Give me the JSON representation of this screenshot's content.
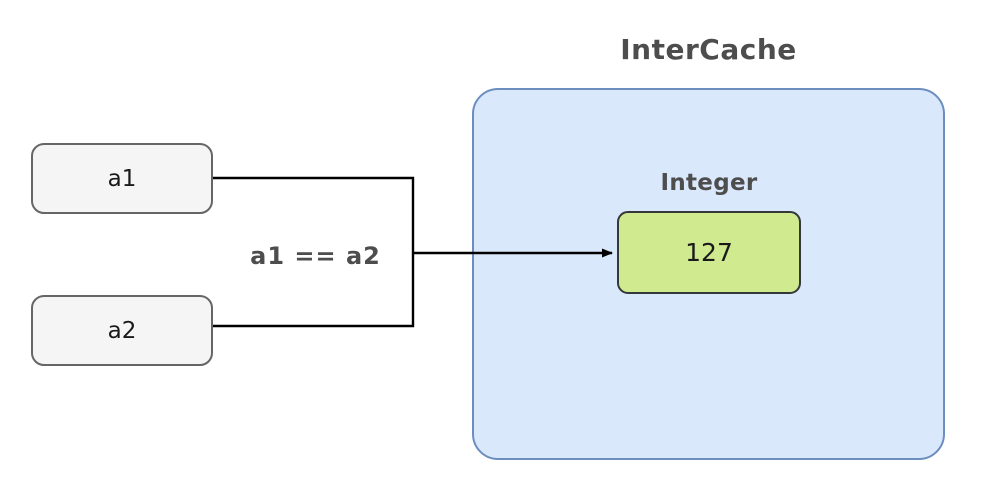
{
  "diagram": {
    "title": "InterCache",
    "container": {
      "label": "InterCache",
      "fill_color": "#dae8fc",
      "border_color": "#6c8ebf"
    },
    "group": {
      "label": "Integer",
      "value_box": {
        "value": "127",
        "fill_color": "#d0eb8f",
        "border_color": "#35383a"
      }
    },
    "variables": [
      {
        "name": "a1",
        "label": "a1",
        "fill_color": "#f5f5f5",
        "border_color": "#666666"
      },
      {
        "name": "a2",
        "label": "a2",
        "fill_color": "#f5f5f5",
        "border_color": "#666666"
      }
    ],
    "edge": {
      "label": "a1 == a2",
      "line_color": "#000000",
      "arrow": "arrow-head-right"
    }
  }
}
